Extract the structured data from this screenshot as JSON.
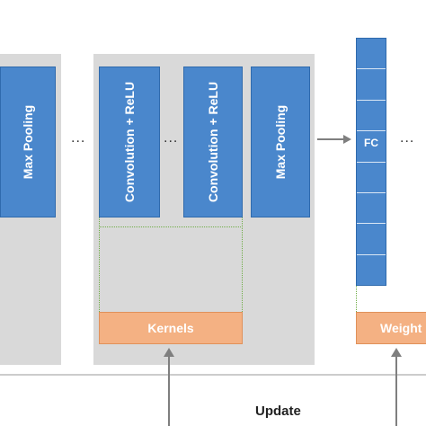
{
  "blocks": {
    "max_pooling_1": "Max Pooling",
    "conv_relu_1": "Convolution + ReLU",
    "conv_relu_2": "Convolution + ReLU",
    "max_pooling_2": "Max Pooling",
    "fc": "FC"
  },
  "ellipsis": {
    "left": "...",
    "middle": "...",
    "right": "..."
  },
  "weights": {
    "kernels": "Kernels",
    "weights_partial": "Weight"
  },
  "update_label": "Update",
  "colors": {
    "block_blue": "#4a87cc",
    "panel_gray": "#d9d9d9",
    "weight_orange": "#f4b183",
    "connector_green": "#70ad47",
    "arrow_gray": "#7f7f7f"
  }
}
